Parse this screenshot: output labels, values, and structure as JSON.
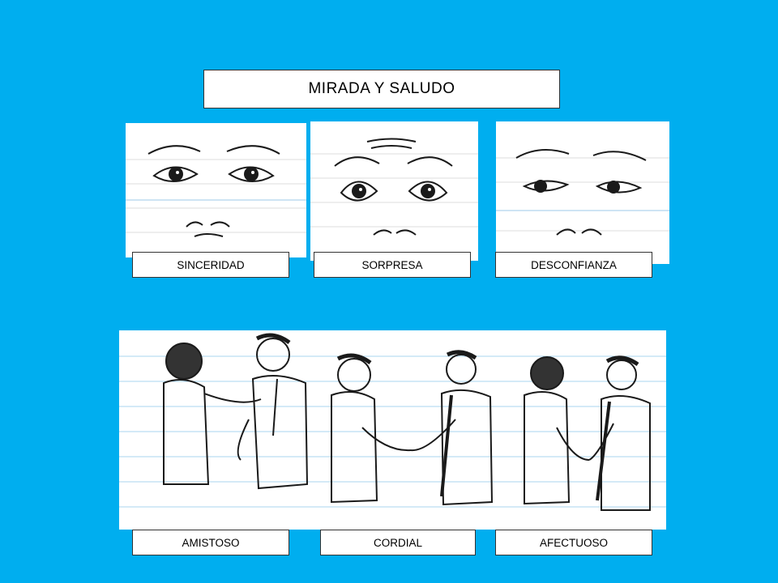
{
  "title": "MIRADA Y SALUDO",
  "eyes": [
    {
      "label": "SINCERIDAD",
      "icon": "sincere-eyes-drawing"
    },
    {
      "label": "SORPRESA",
      "icon": "surprised-eyes-drawing"
    },
    {
      "label": "DESCONFIANZA",
      "icon": "distrustful-eyes-drawing"
    }
  ],
  "greetings": [
    {
      "label": "AMISTOSO",
      "icon": "friendly-greeting-drawing"
    },
    {
      "label": "CORDIAL",
      "icon": "cordial-handshake-drawing"
    },
    {
      "label": "AFECTUOSO",
      "icon": "affectionate-handshake-drawing"
    }
  ],
  "colors": {
    "background": "#00aeef",
    "panel": "#ffffff",
    "ink": "#1a1a1a"
  }
}
